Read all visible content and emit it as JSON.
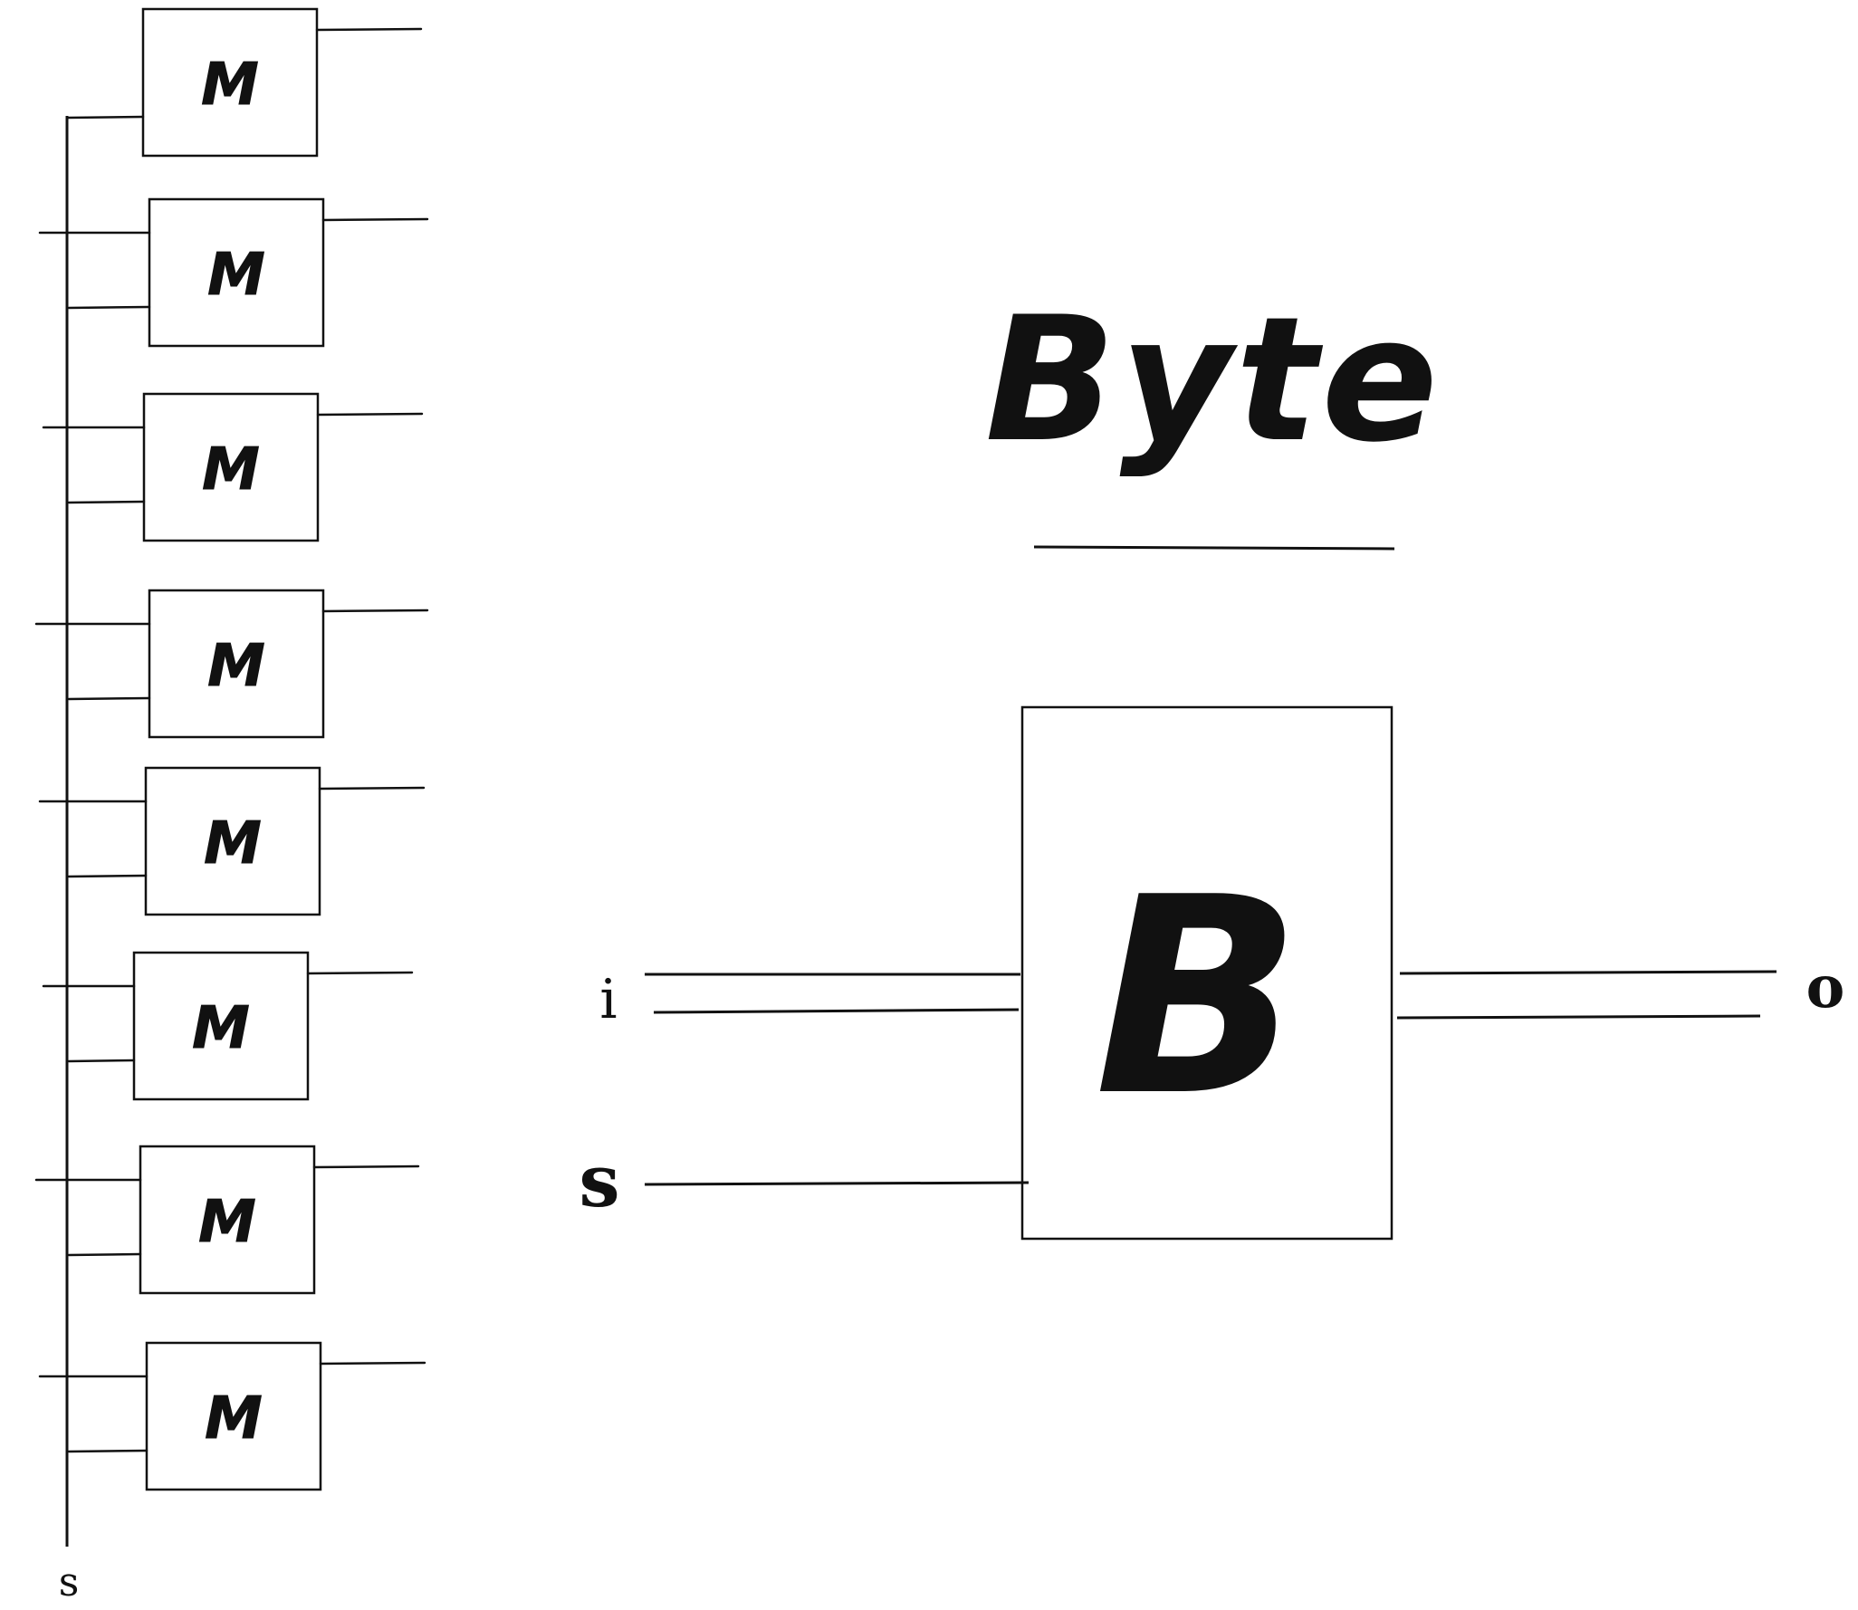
{
  "title": "Byte",
  "memory_cells": [
    {
      "label": "M"
    },
    {
      "label": "M"
    },
    {
      "label": "M"
    },
    {
      "label": "M"
    },
    {
      "label": "M"
    },
    {
      "label": "M"
    },
    {
      "label": "M"
    },
    {
      "label": "M"
    }
  ],
  "bus_label": "s",
  "byte_block": {
    "label": "B"
  },
  "inputs": {
    "data": "i",
    "set": "s"
  },
  "output": "o",
  "colors": {
    "ink": "#111111",
    "background": "#ffffff"
  }
}
